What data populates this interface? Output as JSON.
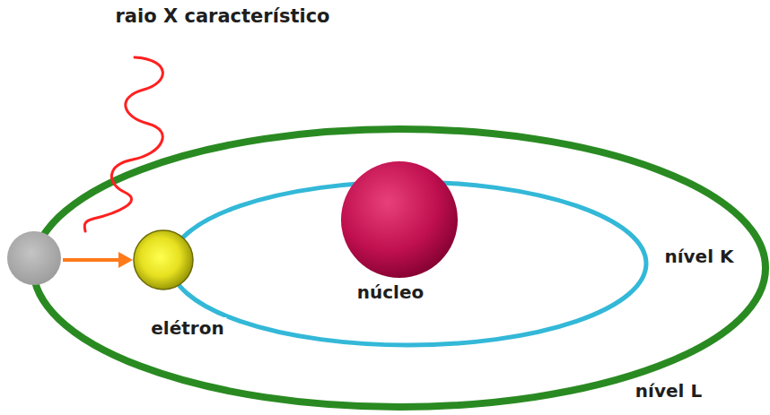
{
  "diagram": {
    "labels": [
      "raio X característico",
      "elétron",
      "núcleo",
      "nível K",
      "nível L"
    ]
  }
}
